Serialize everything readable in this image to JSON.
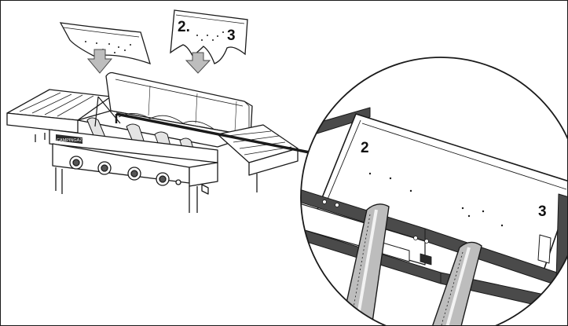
{
  "callouts": {
    "panel_a": "2.",
    "panel_b": "3",
    "zoom_a": "2",
    "zoom_b": "3"
  },
  "brand": {
    "logo_text": "CAMPINGAZ"
  },
  "colors": {
    "line": "#1a1a1a",
    "fill": "#ffffff",
    "shade": "#bdbdbd",
    "dark": "#4a4a4a"
  }
}
